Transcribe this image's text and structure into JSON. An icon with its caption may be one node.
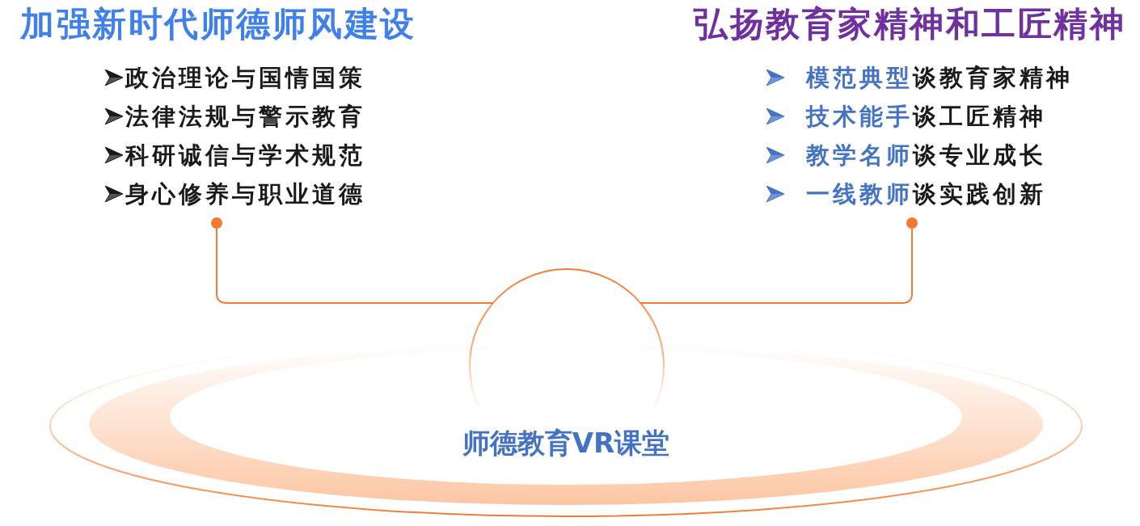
{
  "diagram": {
    "nodes": [
      {
        "text": [
          "加强新时代师德师风建设",
          "政治理论与国情国策",
          "法律法规与警示教育",
          "科研诚信与学术规范",
          "身心修养与职业道德"
        ]
      },
      {
        "text": [
          "弘扬教育家精神和工匠精神",
          "**模范典型**谈教育家精神",
          "**技术能手**谈工匠精神",
          "**教学名师**谈专业成长",
          "**一线教师**谈实践创新"
        ]
      },
      {
        "text": [],
        "shape": "circle"
      },
      {
        "text": [
          "师德教育VR课堂"
        ]
      }
    ],
    "edges": [
      {
        "from": 0,
        "to": 2,
        "arrow": "other"
      },
      {
        "from": 1,
        "to": 2,
        "arrow": "other"
      }
    ]
  }
}
